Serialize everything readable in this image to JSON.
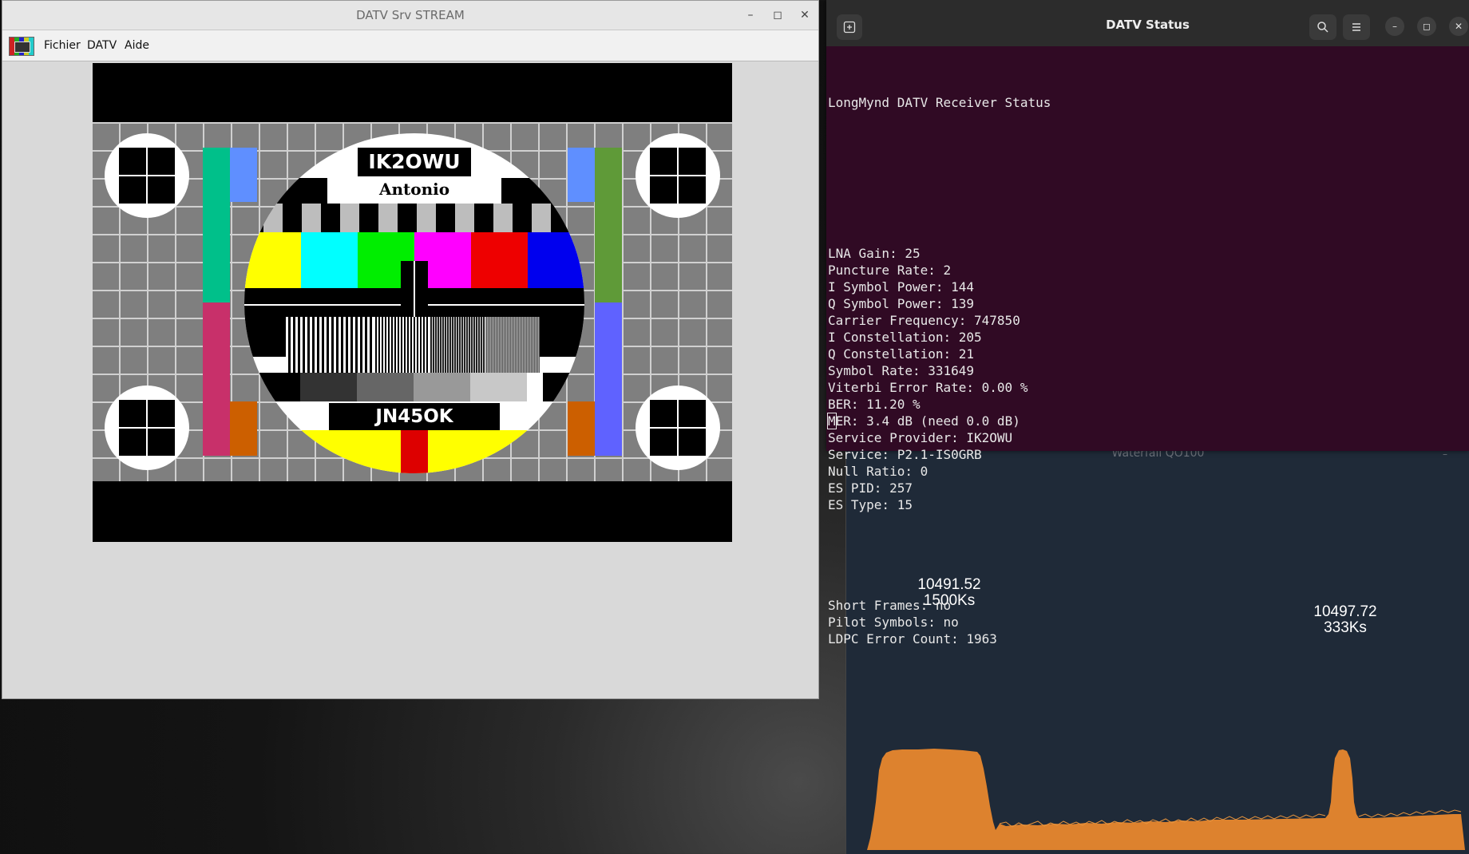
{
  "stream_window": {
    "title": "DATV Srv STREAM",
    "controls": {
      "minimize": "–",
      "maximize": "◻",
      "close": "✕"
    },
    "menu": [
      "Fichier",
      "DATV",
      "Aide"
    ],
    "test_card": {
      "callsign": "IK2OWU",
      "name": "Antonio",
      "locator": "JN45OK"
    }
  },
  "terminal_window": {
    "title": "DATV Status",
    "heading": "LongMynd DATV Receiver Status",
    "lines": [
      "LNA Gain: 25",
      "Puncture Rate: 2",
      "I Symbol Power: 144",
      "Q Symbol Power: 139",
      "Carrier Frequency: 747850",
      "I Constellation: 205",
      "Q Constellation: 21",
      "Symbol Rate: 331649",
      "Viterbi Error Rate: 0.00 %",
      "BER: 11.20 %",
      "MER: 3.4 dB (need 0.0 dB)",
      "Service Provider: IK2OWU",
      "Service: P2.1-IS0GRB",
      "Null Ratio: 0",
      "ES PID: 257",
      "ES Type: 15"
    ],
    "lines2": [
      "Short Frames: no",
      "Pilot Symbols: no",
      "LDPC Error Count: 1963"
    ]
  },
  "waterfall_window": {
    "title": "Waterfall QO100",
    "peaks": [
      {
        "freq": "10491.52",
        "rate": "1500Ks"
      },
      {
        "freq": "10497.72",
        "rate": "333Ks"
      }
    ],
    "fill_color": "#dd822e",
    "background": "#1f2a38"
  }
}
